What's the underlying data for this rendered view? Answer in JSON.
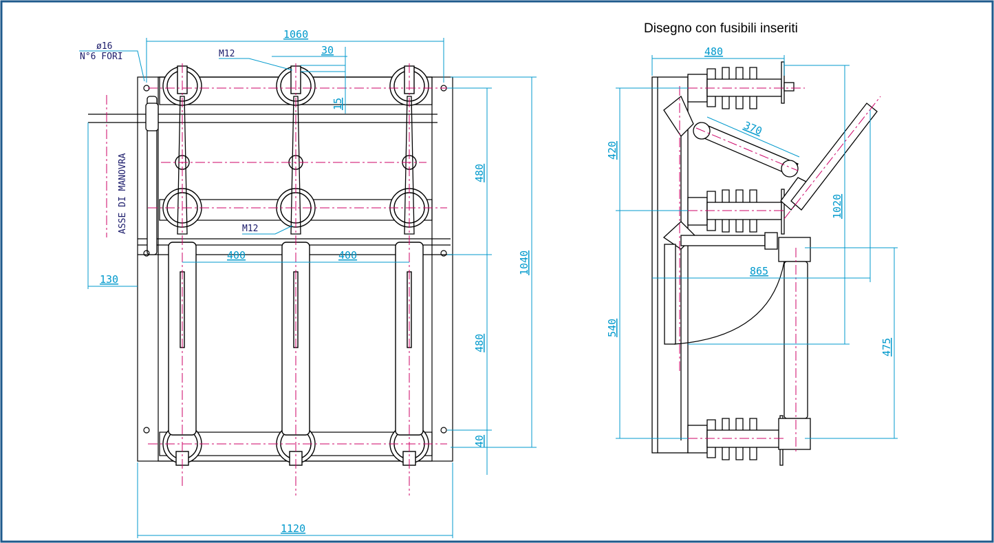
{
  "title": "Disegno con fusibili inseriti",
  "colors": {
    "border": "#1e5a8c",
    "dimension": "#0099cc",
    "centerline": "#cc0066",
    "outline": "#000000",
    "label": "#1a1a6a"
  },
  "front_view": {
    "dims": {
      "overall_width": "1060",
      "base_width": "1120",
      "height_total": "1040",
      "pitch_left": "400",
      "pitch_right": "400",
      "upper_span": "480",
      "lower_span": "480",
      "bottom_offset": "40",
      "bolt_width": "30",
      "bolt_offset": "15",
      "axis_offset": "130"
    },
    "labels": {
      "hole_dia": "ø16",
      "hole_count": "N°6 FORI",
      "thread_top": "M12",
      "thread_mid": "M12",
      "axis": "ASSE DI MANOVRA"
    }
  },
  "side_view": {
    "dims": {
      "depth": "480",
      "fuse_length": "370",
      "upper_height": "420",
      "lower_height": "540",
      "swing_height": "1020",
      "swing_reach": "865",
      "fuse_offset": "475"
    }
  }
}
